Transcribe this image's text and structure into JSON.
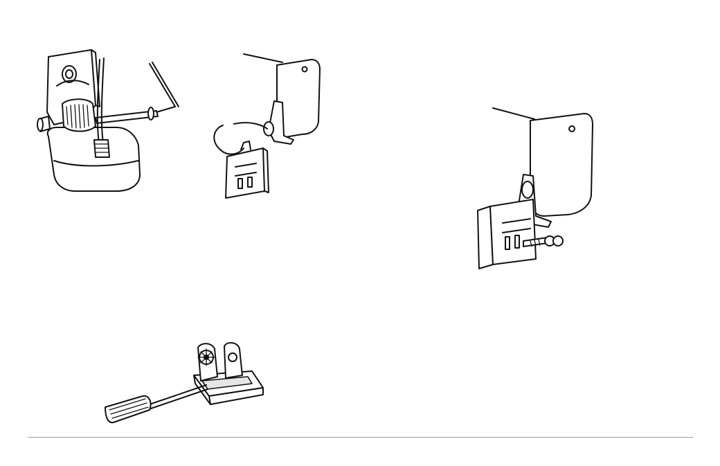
{
  "page": {
    "background": "#ffffff",
    "ink_color": "#111111",
    "rule_color": "#9a9a9a"
  },
  "illustrations": [
    {
      "id": "transducer-bracket-pivot",
      "icon": "transducer-with-allen-wrench-illustration"
    },
    {
      "id": "transducer-slide-into-bracket",
      "icon": "transducer-bracket-alignment-illustration"
    },
    {
      "id": "transducer-mounted-with-bolts",
      "icon": "transducer-bolt-assembly-illustration"
    },
    {
      "id": "bracket-pry-with-screwdriver",
      "icon": "screwdriver-ratchet-bracket-illustration"
    }
  ]
}
